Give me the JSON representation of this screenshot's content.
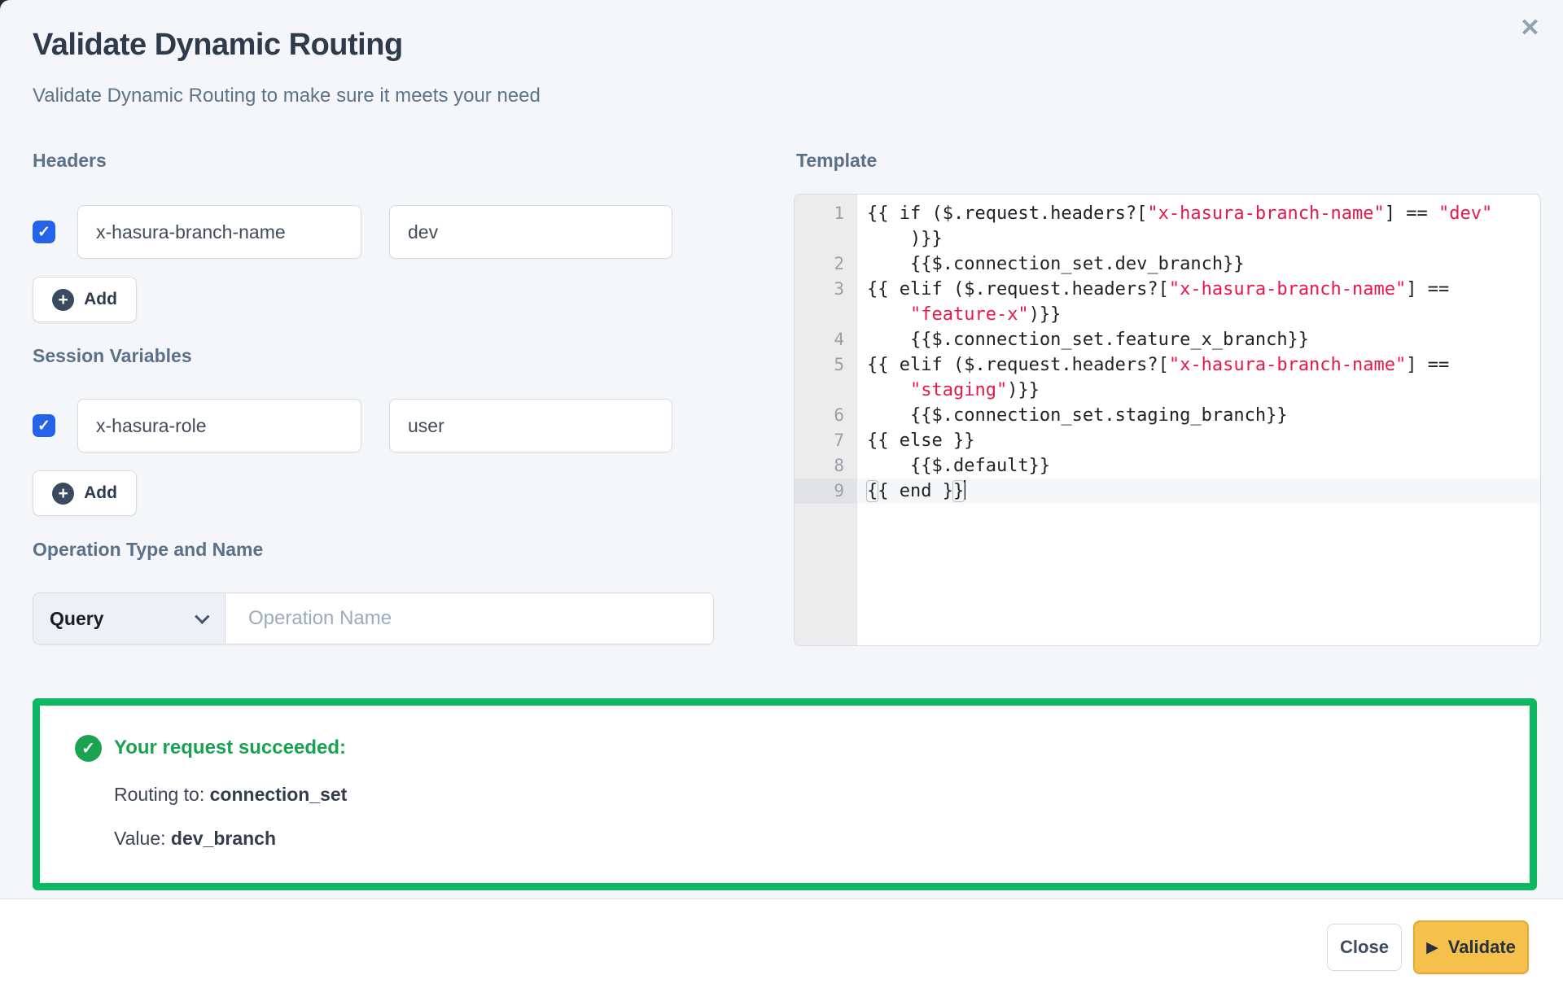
{
  "modal": {
    "title": "Validate Dynamic Routing",
    "subtitle": "Validate Dynamic Routing to make sure it meets your need",
    "close_icon": "✕"
  },
  "headers_section": {
    "label": "Headers",
    "rows": [
      {
        "checked": true,
        "check_glyph": "✓",
        "key": "x-hasura-branch-name",
        "value": "dev"
      }
    ],
    "add_label": "Add",
    "plus_glyph": "+"
  },
  "session_variables_section": {
    "label": "Session Variables",
    "rows": [
      {
        "checked": true,
        "check_glyph": "✓",
        "key": "x-hasura-role",
        "value": "user"
      }
    ],
    "add_label": "Add",
    "plus_glyph": "+"
  },
  "operation_section": {
    "label": "Operation Type and Name",
    "type_selected": "Query",
    "name_placeholder": "Operation Name",
    "name_value": ""
  },
  "template_section": {
    "label": "Template",
    "editor_rows": [
      {
        "num": "1",
        "segments": [
          {
            "t": "{{ if ($.request.headers?["
          },
          {
            "t": "\"x-hasura-branch-name\"",
            "s": 1
          },
          {
            "t": "] == "
          },
          {
            "t": "\"dev\"",
            "s": 1
          }
        ]
      },
      {
        "num": "",
        "segments": [
          {
            "t": "    )}}"
          }
        ]
      },
      {
        "num": "2",
        "segments": [
          {
            "t": "    {{$.connection_set.dev_branch}}"
          }
        ]
      },
      {
        "num": "3",
        "segments": [
          {
            "t": "{{ elif ($.request.headers?["
          },
          {
            "t": "\"x-hasura-branch-name\"",
            "s": 1
          },
          {
            "t": "] =="
          }
        ]
      },
      {
        "num": "",
        "segments": [
          {
            "t": "    "
          },
          {
            "t": "\"feature-x\"",
            "s": 1
          },
          {
            "t": ")}}"
          }
        ]
      },
      {
        "num": "4",
        "segments": [
          {
            "t": "    {{$.connection_set.feature_x_branch}}"
          }
        ]
      },
      {
        "num": "5",
        "segments": [
          {
            "t": "{{ elif ($.request.headers?["
          },
          {
            "t": "\"x-hasura-branch-name\"",
            "s": 1
          },
          {
            "t": "] =="
          }
        ]
      },
      {
        "num": "",
        "segments": [
          {
            "t": "    "
          },
          {
            "t": "\"staging\"",
            "s": 1
          },
          {
            "t": ")}}"
          }
        ]
      },
      {
        "num": "6",
        "segments": [
          {
            "t": "    {{$.connection_set.staging_branch}}"
          }
        ]
      },
      {
        "num": "7",
        "segments": [
          {
            "t": "{{ else }}"
          }
        ]
      },
      {
        "num": "8",
        "segments": [
          {
            "t": "    {{$.default}}"
          }
        ]
      },
      {
        "num": "9",
        "active": true,
        "cursor": true,
        "segments": [
          {
            "t": "{",
            "b": 1
          },
          {
            "t": "{ end }"
          },
          {
            "t": "}",
            "b": 1
          }
        ]
      }
    ]
  },
  "result_box": {
    "check_glyph": "✓",
    "heading": "Your request succeeded:",
    "routing_label": "Routing to: ",
    "routing_value": "connection_set",
    "value_label": "Value: ",
    "value_value": "dev_branch"
  },
  "footer": {
    "close_label": "Close",
    "validate_label": "Validate",
    "play_glyph": "▶"
  },
  "colors": {
    "accent_blue": "#2563eb",
    "success_green_border": "#0db863",
    "success_green_text": "#18a251",
    "code_string_red": "#e8174b",
    "validate_amber": "#f5c04c",
    "body_bg": "#f4f6f9"
  }
}
